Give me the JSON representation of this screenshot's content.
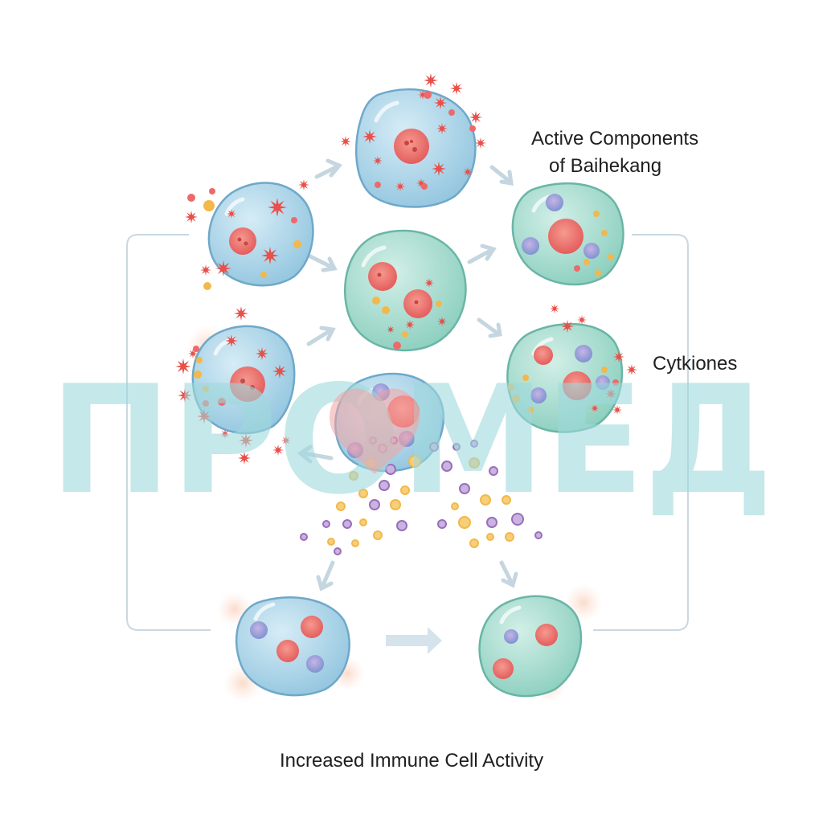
{
  "labels": {
    "active_components_line1": "Active Components",
    "active_components_line2": "of Baihekang",
    "cytokines": "Cytkiones",
    "bottom_caption": "Increased Immune Cell Activity"
  },
  "watermark": {
    "text": "ПРОМЕД",
    "color": "#9fd8dc",
    "heart_color": "#f4a3a3"
  },
  "colors": {
    "blue_cell_fill": "#a8d4e8",
    "blue_cell_stroke": "#6fa8c9",
    "teal_cell_fill": "#a9dccf",
    "teal_cell_stroke": "#6ab5a6",
    "nucleus_red": "#ec6a6a",
    "nucleus_blue": "#8a9fd6",
    "cytokine_star": "#e8504a",
    "particle_orange": "#f2b84b",
    "particle_purple": "#9a6fb8",
    "arrow": "#c6d6e0",
    "connector": "#c9d8e2"
  }
}
